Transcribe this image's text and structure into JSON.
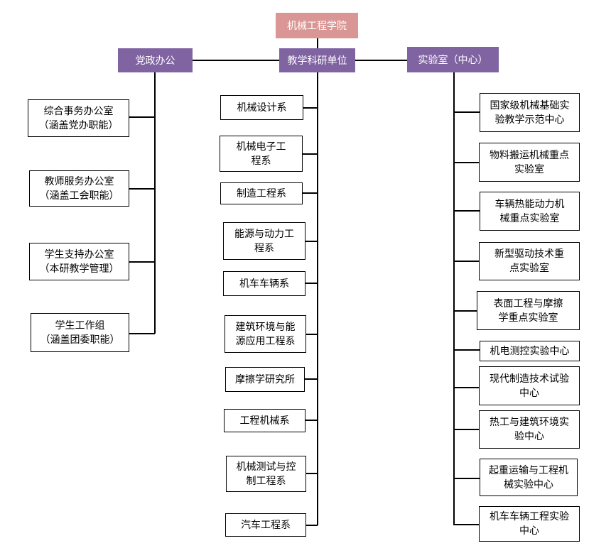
{
  "root": "机械工程学院",
  "headers": {
    "admin": "党政办公",
    "teaching": "教学科研单位",
    "labs": "实验室（中心）"
  },
  "admin": [
    "综合事务办公室\n（涵盖党办职能）",
    "教师服务办公室\n（涵盖工会职能）",
    "学生支持办公室\n（本研教学管理）",
    "学生工作组\n（涵盖团委职能）"
  ],
  "teaching": [
    "机械设计系",
    "机械电子工\n程系",
    "制造工程系",
    "能源与动力工\n程系",
    "机车车辆系",
    "建筑环境与能\n源应用工程系",
    "摩擦学研究所",
    "工程机械系",
    "机械测试与控\n制工程系",
    "汽车工程系"
  ],
  "labs": [
    "国家级机械基础实\n验教学示范中心",
    "物料搬运机械重点\n实验室",
    "车辆热能动力机\n械重点实验室",
    "新型驱动技术重\n点实验室",
    "表面工程与摩擦\n学重点实验室",
    "机电测控实验中心",
    "现代制造技术试验\n中心",
    "热工与建筑环境实\n验中心",
    "起重运输与工程机\n械实验中心",
    "机车车辆工程实验\n中心"
  ]
}
